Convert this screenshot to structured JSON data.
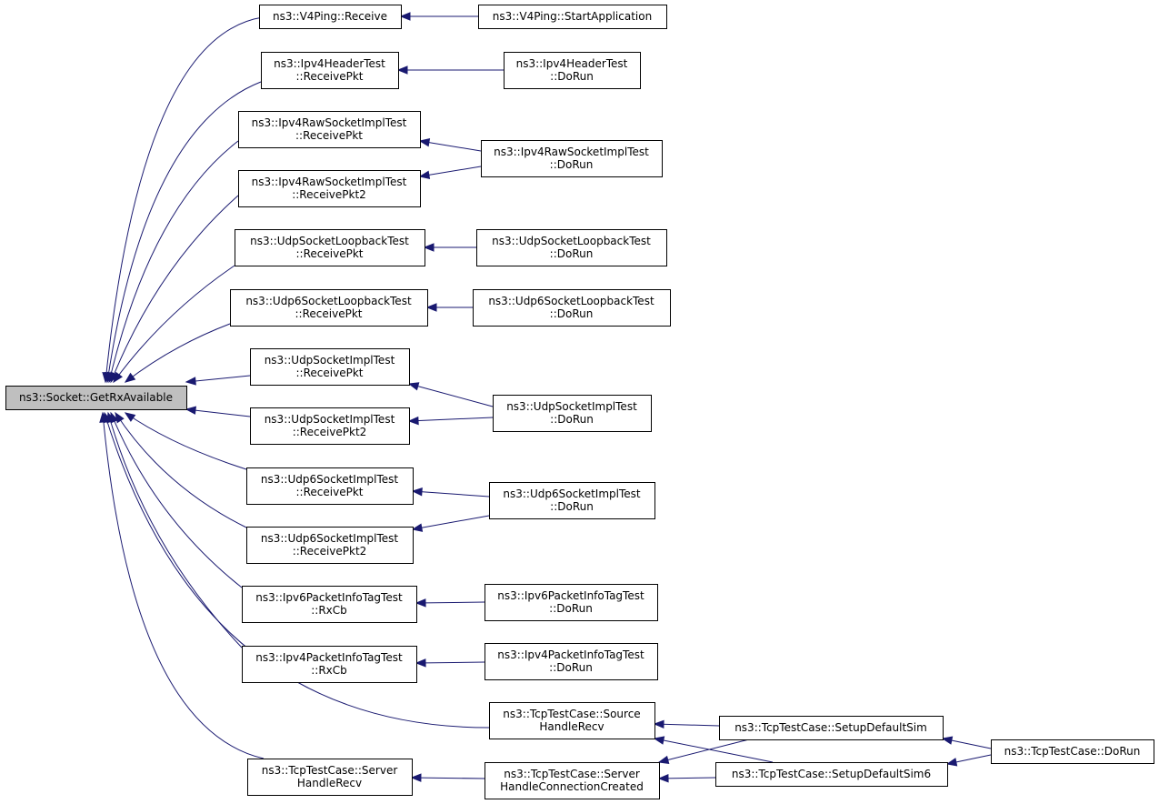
{
  "graph": {
    "root": "root",
    "colors": {
      "root_fill": "#bfbfbf",
      "node_fill": "#ffffff",
      "border": "#000000",
      "edge": "#191970"
    },
    "nodes": [
      {
        "id": "root",
        "lines": [
          "ns3::Socket::GetRxAvailable"
        ]
      },
      {
        "id": "v4ping_receive",
        "lines": [
          "ns3::V4Ping::Receive"
        ]
      },
      {
        "id": "v4ping_start",
        "lines": [
          "ns3::V4Ping::StartApplication"
        ]
      },
      {
        "id": "ipv4hdr_recv",
        "lines": [
          "ns3::Ipv4HeaderTest",
          "::ReceivePkt"
        ]
      },
      {
        "id": "ipv4hdr_run",
        "lines": [
          "ns3::Ipv4HeaderTest",
          "::DoRun"
        ]
      },
      {
        "id": "raw_recv",
        "lines": [
          "ns3::Ipv4RawSocketImplTest",
          "::ReceivePkt"
        ]
      },
      {
        "id": "raw_recv2",
        "lines": [
          "ns3::Ipv4RawSocketImplTest",
          "::ReceivePkt2"
        ]
      },
      {
        "id": "raw_run",
        "lines": [
          "ns3::Ipv4RawSocketImplTest",
          "::DoRun"
        ]
      },
      {
        "id": "udploop_recv",
        "lines": [
          "ns3::UdpSocketLoopbackTest",
          "::ReceivePkt"
        ]
      },
      {
        "id": "udploop_run",
        "lines": [
          "ns3::UdpSocketLoopbackTest",
          "::DoRun"
        ]
      },
      {
        "id": "udp6loop_recv",
        "lines": [
          "ns3::Udp6SocketLoopbackTest",
          "::ReceivePkt"
        ]
      },
      {
        "id": "udp6loop_run",
        "lines": [
          "ns3::Udp6SocketLoopbackTest",
          "::DoRun"
        ]
      },
      {
        "id": "udpimpl_recv",
        "lines": [
          "ns3::UdpSocketImplTest",
          "::ReceivePkt"
        ]
      },
      {
        "id": "udpimpl_recv2",
        "lines": [
          "ns3::UdpSocketImplTest",
          "::ReceivePkt2"
        ]
      },
      {
        "id": "udpimpl_run",
        "lines": [
          "ns3::UdpSocketImplTest",
          "::DoRun"
        ]
      },
      {
        "id": "udp6impl_recv",
        "lines": [
          "ns3::Udp6SocketImplTest",
          "::ReceivePkt"
        ]
      },
      {
        "id": "udp6impl_recv2",
        "lines": [
          "ns3::Udp6SocketImplTest",
          "::ReceivePkt2"
        ]
      },
      {
        "id": "udp6impl_run",
        "lines": [
          "ns3::Udp6SocketImplTest",
          "::DoRun"
        ]
      },
      {
        "id": "ipv6info_rx",
        "lines": [
          "ns3::Ipv6PacketInfoTagTest",
          "::RxCb"
        ]
      },
      {
        "id": "ipv6info_run",
        "lines": [
          "ns3::Ipv6PacketInfoTagTest",
          "::DoRun"
        ]
      },
      {
        "id": "ipv4info_rx",
        "lines": [
          "ns3::Ipv4PacketInfoTagTest",
          "::RxCb"
        ]
      },
      {
        "id": "ipv4info_run",
        "lines": [
          "ns3::Ipv4PacketInfoTagTest",
          "::DoRun"
        ]
      },
      {
        "id": "tcp_source",
        "lines": [
          "ns3::TcpTestCase::Source",
          "HandleRecv"
        ]
      },
      {
        "id": "tcp_server_recv",
        "lines": [
          "ns3::TcpTestCase::Server",
          "HandleRecv"
        ]
      },
      {
        "id": "tcp_server_conn",
        "lines": [
          "ns3::TcpTestCase::Server",
          "HandleConnectionCreated"
        ]
      },
      {
        "id": "tcp_setup",
        "lines": [
          "ns3::TcpTestCase::SetupDefaultSim"
        ]
      },
      {
        "id": "tcp_setup6",
        "lines": [
          "ns3::TcpTestCase::SetupDefaultSim6"
        ]
      },
      {
        "id": "tcp_run",
        "lines": [
          "ns3::TcpTestCase::DoRun"
        ]
      }
    ],
    "edges": [
      {
        "from": "v4ping_receive",
        "to": "root"
      },
      {
        "from": "ipv4hdr_recv",
        "to": "root"
      },
      {
        "from": "raw_recv",
        "to": "root"
      },
      {
        "from": "raw_recv2",
        "to": "root"
      },
      {
        "from": "udploop_recv",
        "to": "root"
      },
      {
        "from": "udp6loop_recv",
        "to": "root"
      },
      {
        "from": "udpimpl_recv",
        "to": "root"
      },
      {
        "from": "udpimpl_recv2",
        "to": "root"
      },
      {
        "from": "udp6impl_recv",
        "to": "root"
      },
      {
        "from": "udp6impl_recv2",
        "to": "root"
      },
      {
        "from": "ipv6info_rx",
        "to": "root"
      },
      {
        "from": "ipv4info_rx",
        "to": "root"
      },
      {
        "from": "tcp_source",
        "to": "root"
      },
      {
        "from": "tcp_server_recv",
        "to": "root"
      },
      {
        "from": "v4ping_start",
        "to": "v4ping_receive"
      },
      {
        "from": "ipv4hdr_run",
        "to": "ipv4hdr_recv"
      },
      {
        "from": "raw_run",
        "to": "raw_recv"
      },
      {
        "from": "raw_run",
        "to": "raw_recv2"
      },
      {
        "from": "udploop_run",
        "to": "udploop_recv"
      },
      {
        "from": "udp6loop_run",
        "to": "udp6loop_recv"
      },
      {
        "from": "udpimpl_run",
        "to": "udpimpl_recv"
      },
      {
        "from": "udpimpl_run",
        "to": "udpimpl_recv2"
      },
      {
        "from": "udp6impl_run",
        "to": "udp6impl_recv"
      },
      {
        "from": "udp6impl_run",
        "to": "udp6impl_recv2"
      },
      {
        "from": "ipv6info_run",
        "to": "ipv6info_rx"
      },
      {
        "from": "ipv4info_run",
        "to": "ipv4info_rx"
      },
      {
        "from": "tcp_setup",
        "to": "tcp_source"
      },
      {
        "from": "tcp_setup6",
        "to": "tcp_source"
      },
      {
        "from": "tcp_server_conn",
        "to": "tcp_server_recv"
      },
      {
        "from": "tcp_setup",
        "to": "tcp_server_conn"
      },
      {
        "from": "tcp_setup6",
        "to": "tcp_server_conn"
      },
      {
        "from": "tcp_run",
        "to": "tcp_setup"
      },
      {
        "from": "tcp_run",
        "to": "tcp_setup6"
      }
    ]
  }
}
